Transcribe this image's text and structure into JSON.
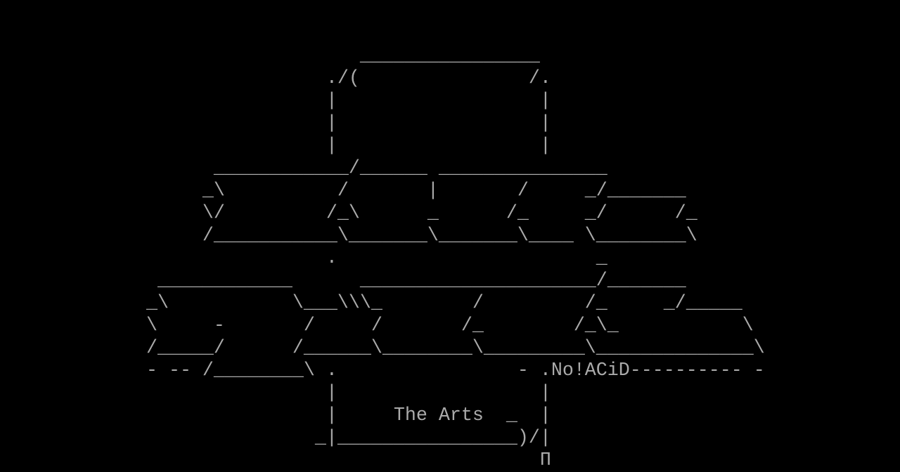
{
  "colors": {
    "background": "#000000",
    "text": "#aaaaaa"
  },
  "art": {
    "title": "The Arts",
    "signature": ".No!ACiD",
    "lines": [
      "                                ________________",
      "                             ./(               /.",
      "                             |                  |",
      "                             |                  |",
      "                             |                  |",
      "                   ____________/______ _______________",
      "                  _\\          /       |       /     _/_______",
      "                  \\/         /_\\      _      /_     _/      /_",
      "                  /___________\\_______\\_______\\____ \\________\\",
      "                             .                       _",
      "              ____________      _____________________/_______",
      "             _\\           \\___\\\\\\_        /         /_     _/_____",
      "             \\     -       /     /       /_        /_\\_           \\",
      "             /_____/      /______\\________\\_________\\______________\\",
      "             - -- /________\\ .                - .No!ACiD---------- -",
      "                             |                  |",
      "                             |     The Arts  _  |",
      "                            _|________________)/|",
      "                                                Π"
    ]
  }
}
